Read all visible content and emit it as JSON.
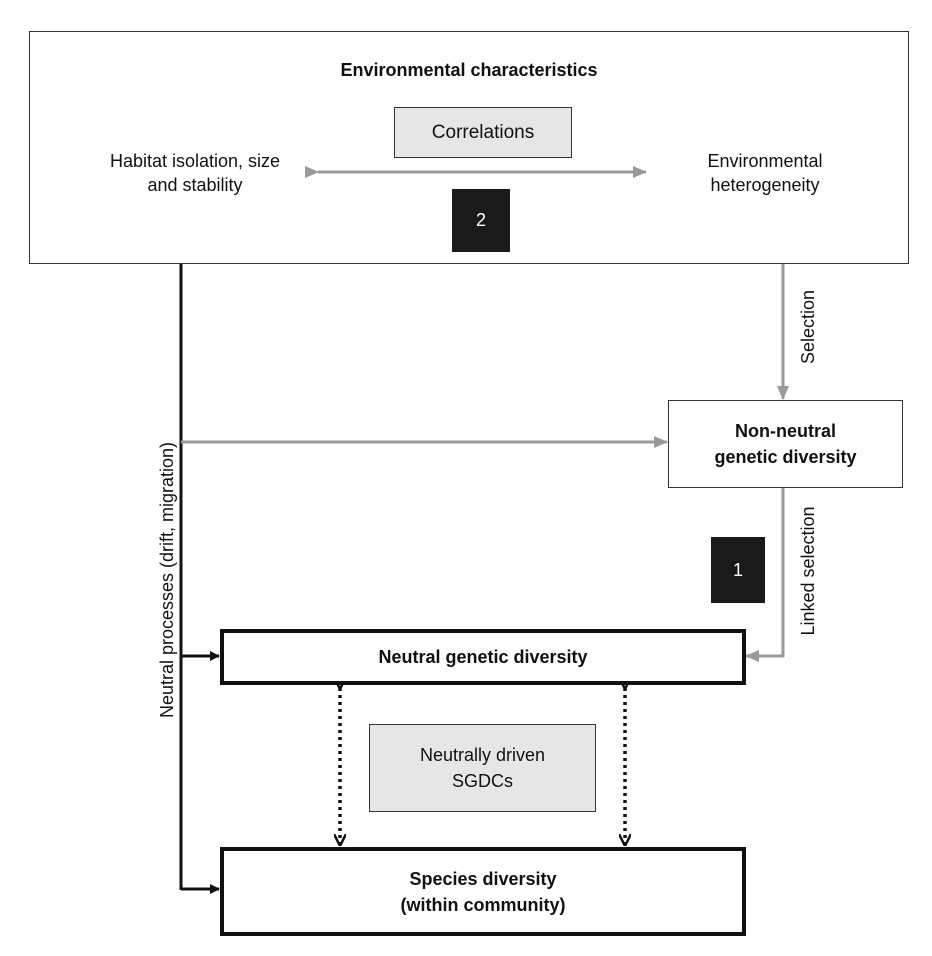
{
  "env_box": {
    "title": "Environmental characteristics",
    "correlations_label": "Correlations",
    "left_text": [
      "Habitat isolation, size",
      "and stability"
    ],
    "right_text": [
      "Environmental",
      "heterogeneity"
    ],
    "badge": "2"
  },
  "nonneutral_box": {
    "lines": [
      "Non-neutral",
      "genetic diversity"
    ]
  },
  "neutral_box": {
    "label": "Neutral genetic diversity"
  },
  "species_box": {
    "lines": [
      "Species diversity",
      "(within community)"
    ]
  },
  "sgdc_box": {
    "lines": [
      "Neutrally driven",
      "SGDCs"
    ]
  },
  "badge_1": "1",
  "labels": {
    "selection": "Selection",
    "linked_selection": "Linked selection",
    "neutral_processes": "Neutral processes (drift, migration)"
  },
  "colors": {
    "black": "#111111",
    "gray": "#999999",
    "box_fill": "#e6e6e6",
    "badge": "#1a1a1a"
  }
}
